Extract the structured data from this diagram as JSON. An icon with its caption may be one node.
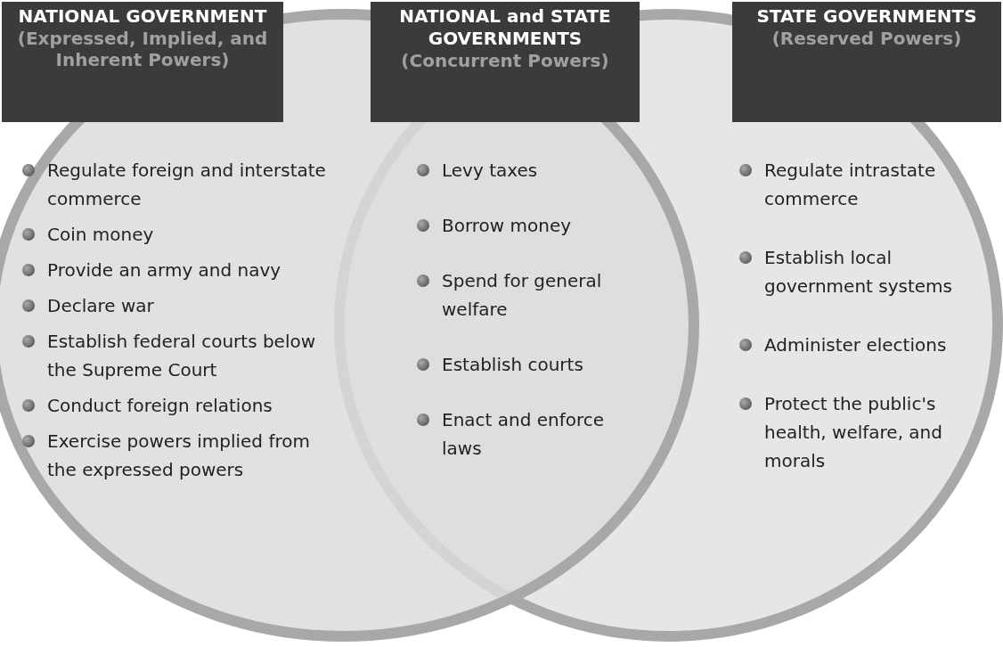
{
  "diagram": {
    "nodes": [
      {
        "text": [
          "NATIONAL GOVERNMENT",
          "(Expressed, Implied, and Inherent Powers)"
        ]
      },
      {
        "text": [
          "NATIONAL and STATE GOVERNMENTS",
          "(Concurrent Powers)"
        ]
      },
      {
        "text": [
          "STATE GOVERNMENTS",
          "(Reserved Powers)"
        ]
      },
      {
        "text": [
          "Regulate foreign and interstate commerce",
          "Coin money",
          "Provide an army and navy",
          "Declare war",
          "Establish federal courts below the Supreme Court",
          "Conduct foreign relations",
          "Exercise powers implied from the expressed powers"
        ]
      },
      {
        "text": [
          "Regulate intrastate commerce",
          "Establish local government systems",
          "Administer elections",
          "Protect the public's health, welfare, and morals"
        ]
      }
    ],
    "labels": [
      "Levy taxes",
      "Borrow money",
      "Spend for general welfare",
      "Establish courts",
      "Enact and enforce laws"
    ]
  }
}
